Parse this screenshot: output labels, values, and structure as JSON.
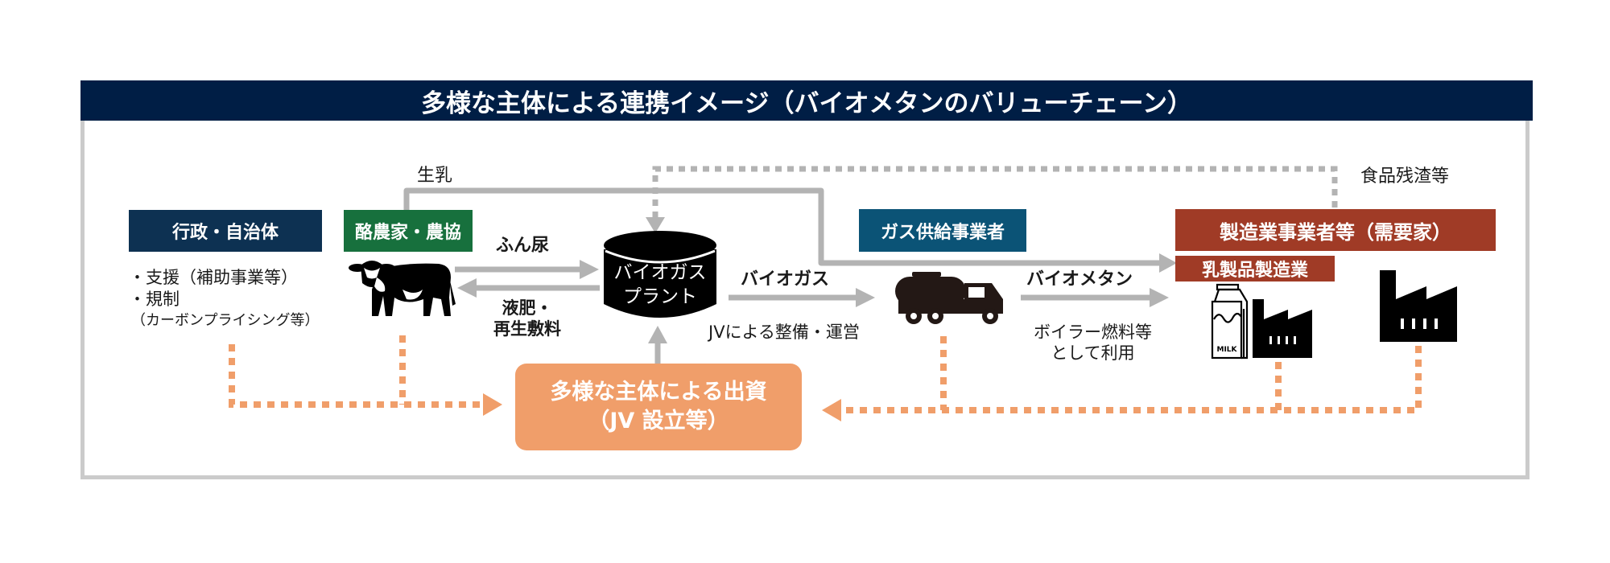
{
  "title": "多様な主体による連携イメージ（バイオメタンのバリューチェーン）",
  "colors": {
    "title_bg": "#001e45",
    "government": "#0d3152",
    "farmer": "#17703d",
    "gas_supplier": "#0b5376",
    "manufacturer": "#a03b26",
    "investment": "#f09e6a",
    "flow_arrow": "#b3b3b3",
    "frame_border": "#cbcbcb"
  },
  "actors": {
    "government": {
      "label": "行政・自治体",
      "notes": [
        "・支援（補助事業等）",
        "・規制",
        "（カーボンプライシング等）"
      ]
    },
    "farmer": {
      "label": "酪農家・農協",
      "icon": "cow-icon"
    },
    "plant": {
      "line1": "バイオガス",
      "line2": "プラント",
      "icon": "biogas-tank-icon"
    },
    "gas_supplier": {
      "label": "ガス供給事業者",
      "icon": "tanker-truck-icon"
    },
    "manufacturer": {
      "label": "製造業事業者等（需要家）",
      "sub_label": "乳製品製造業",
      "icons": [
        "milk-carton-icon",
        "factory-icon",
        "factory-icon"
      ]
    },
    "investment": {
      "line1": "多様な主体による出資",
      "line2": "（JV 設立等）"
    }
  },
  "flows": {
    "raw_milk": "生乳",
    "manure": "ふん尿",
    "fertilizer_line1": "液肥・",
    "fertilizer_line2": "再生敷料",
    "biogas": "バイオガス",
    "jv_operation": "JVによる整備・運営",
    "biomethane": "バイオメタン",
    "usage_line1": "ボイラー燃料等",
    "usage_line2": "として利用",
    "food_residue": "食品残渣等"
  }
}
